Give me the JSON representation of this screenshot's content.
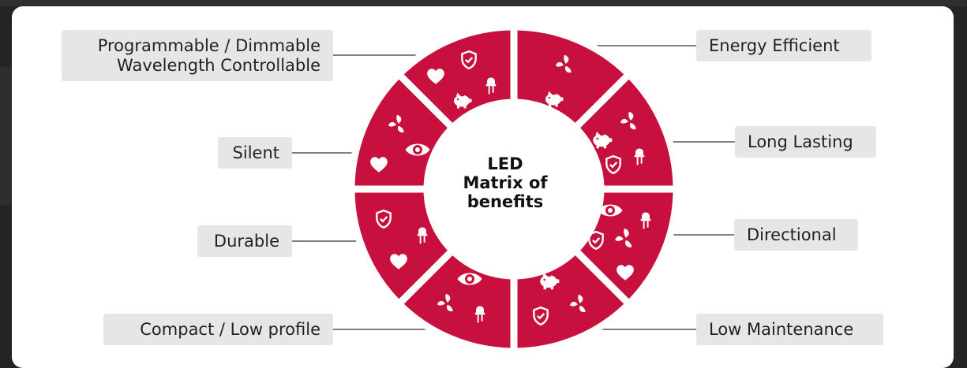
{
  "center": {
    "line1": "LED",
    "line2": "Matrix of",
    "line3": "benefits"
  },
  "benefits": {
    "programmable": {
      "line1": "Programmable / Dimmable",
      "line2": "Wavelength Controllable"
    },
    "energy": "Energy Efficient",
    "long_lasting": "Long Lasting",
    "directional": "Directional",
    "low_maintenance": "Low Maintenance",
    "compact": "Compact / Low profile",
    "durable": "Durable",
    "silent": "Silent"
  },
  "colors": {
    "accent": "#c8103e",
    "label_bg": "#e6e6e6",
    "connector": "#333333",
    "page_bg": "#242424"
  },
  "icon_names": [
    "heart-icon",
    "shield-check-icon",
    "led-bulb-icon",
    "piggy-bank-icon",
    "leaf-recycle-icon",
    "eye-icon"
  ]
}
